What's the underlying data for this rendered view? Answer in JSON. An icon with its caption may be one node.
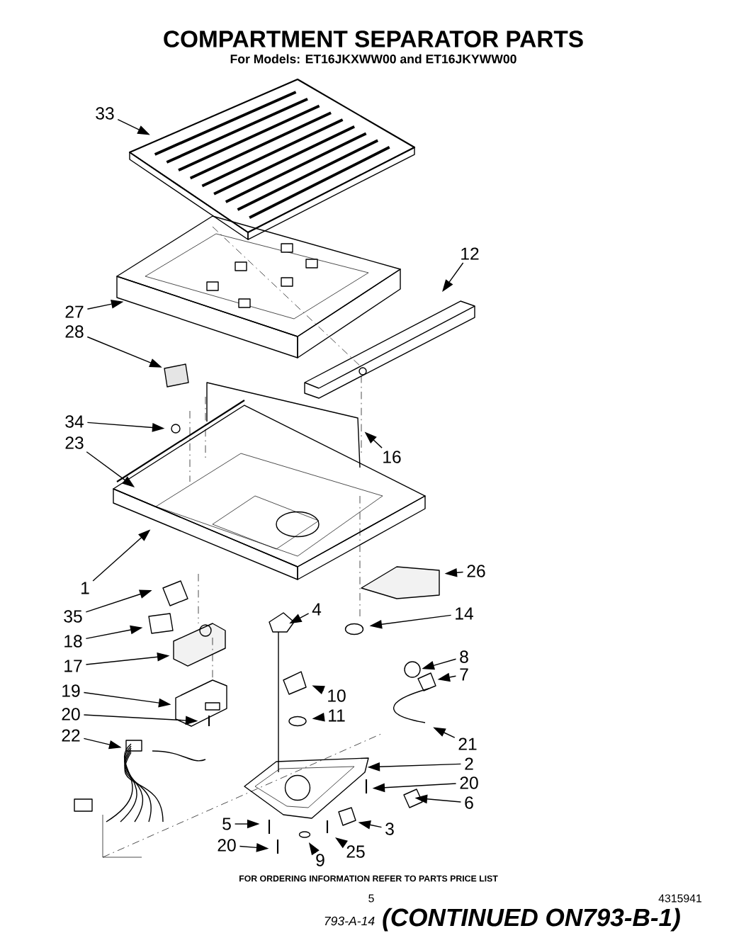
{
  "diagram": {
    "title": "COMPARTMENT SEPARATOR PARTS",
    "nodes": [
      {
        "text": [
          "33"
        ]
      },
      {
        "text": [
          "12"
        ]
      },
      {
        "text": [
          "27"
        ]
      },
      {
        "text": [
          "28"
        ]
      },
      {
        "text": [
          "34"
        ]
      },
      {
        "text": [
          "23"
        ]
      },
      {
        "text": [
          "16"
        ]
      },
      {
        "text": [
          "1"
        ]
      },
      {
        "text": [
          "26"
        ]
      },
      {
        "text": [
          "35"
        ]
      },
      {
        "text": [
          "4"
        ]
      },
      {
        "text": [
          "14"
        ]
      },
      {
        "text": [
          "18"
        ]
      },
      {
        "text": [
          "17"
        ]
      },
      {
        "text": [
          "8"
        ]
      },
      {
        "text": [
          "7"
        ]
      },
      {
        "text": [
          "10"
        ]
      },
      {
        "text": [
          "19"
        ]
      },
      {
        "text": [
          "11"
        ]
      },
      {
        "text": [
          "20"
        ]
      },
      {
        "text": [
          "21"
        ]
      },
      {
        "text": [
          "22"
        ]
      },
      {
        "text": [
          "2"
        ]
      },
      {
        "text": [
          "20"
        ]
      },
      {
        "text": [
          "6"
        ]
      },
      {
        "text": [
          "5"
        ]
      },
      {
        "text": [
          "3"
        ]
      },
      {
        "text": [
          "20"
        ]
      },
      {
        "text": [
          "25"
        ]
      },
      {
        "text": [
          "9"
        ]
      }
    ],
    "edges": [
      {
        "from": 0,
        "to": null,
        "arrow": "to"
      },
      {
        "from": 1,
        "to": null,
        "arrow": "to"
      },
      {
        "from": 2,
        "to": null,
        "arrow": "to"
      },
      {
        "from": 3,
        "to": null,
        "arrow": "to"
      },
      {
        "from": 4,
        "to": null,
        "arrow": "to"
      },
      {
        "from": 5,
        "to": null,
        "arrow": "to"
      },
      {
        "from": 6,
        "to": null,
        "arrow": "to"
      },
      {
        "from": 7,
        "to": null,
        "arrow": "to"
      },
      {
        "from": 8,
        "to": null,
        "arrow": "to"
      },
      {
        "from": 9,
        "to": null,
        "arrow": "to"
      },
      {
        "from": 10,
        "to": null,
        "arrow": "to"
      },
      {
        "from": 11,
        "to": null,
        "arrow": "to"
      },
      {
        "from": 12,
        "to": null,
        "arrow": "to"
      },
      {
        "from": 13,
        "to": null,
        "arrow": "to"
      },
      {
        "from": 14,
        "to": null,
        "arrow": "to"
      },
      {
        "from": 15,
        "to": null,
        "arrow": "to"
      },
      {
        "from": 16,
        "to": null,
        "arrow": "to"
      },
      {
        "from": 17,
        "to": null,
        "arrow": "to"
      },
      {
        "from": 18,
        "to": null,
        "arrow": "to"
      },
      {
        "from": 19,
        "to": null,
        "arrow": "to"
      },
      {
        "from": 20,
        "to": null,
        "arrow": "to"
      },
      {
        "from": 21,
        "to": null,
        "arrow": "to"
      },
      {
        "from": 22,
        "to": null,
        "arrow": "to"
      },
      {
        "from": 23,
        "to": null,
        "arrow": "to"
      },
      {
        "from": 24,
        "to": null,
        "arrow": "to"
      },
      {
        "from": 25,
        "to": null,
        "arrow": "to"
      },
      {
        "from": 26,
        "to": null,
        "arrow": "to"
      },
      {
        "from": 27,
        "to": null,
        "arrow": "to"
      },
      {
        "from": 28,
        "to": null,
        "arrow": "to"
      },
      {
        "from": 29,
        "to": null,
        "arrow": "to"
      }
    ],
    "labels": [
      "For Models: ET16JKXWW00 and ET16JKYWW00",
      "FOR ORDERING INFORMATION REFER TO PARTS PRICE LIST",
      "5",
      "4315941",
      "793-A-14",
      "(CONTINUED ON793-B-1)"
    ]
  }
}
